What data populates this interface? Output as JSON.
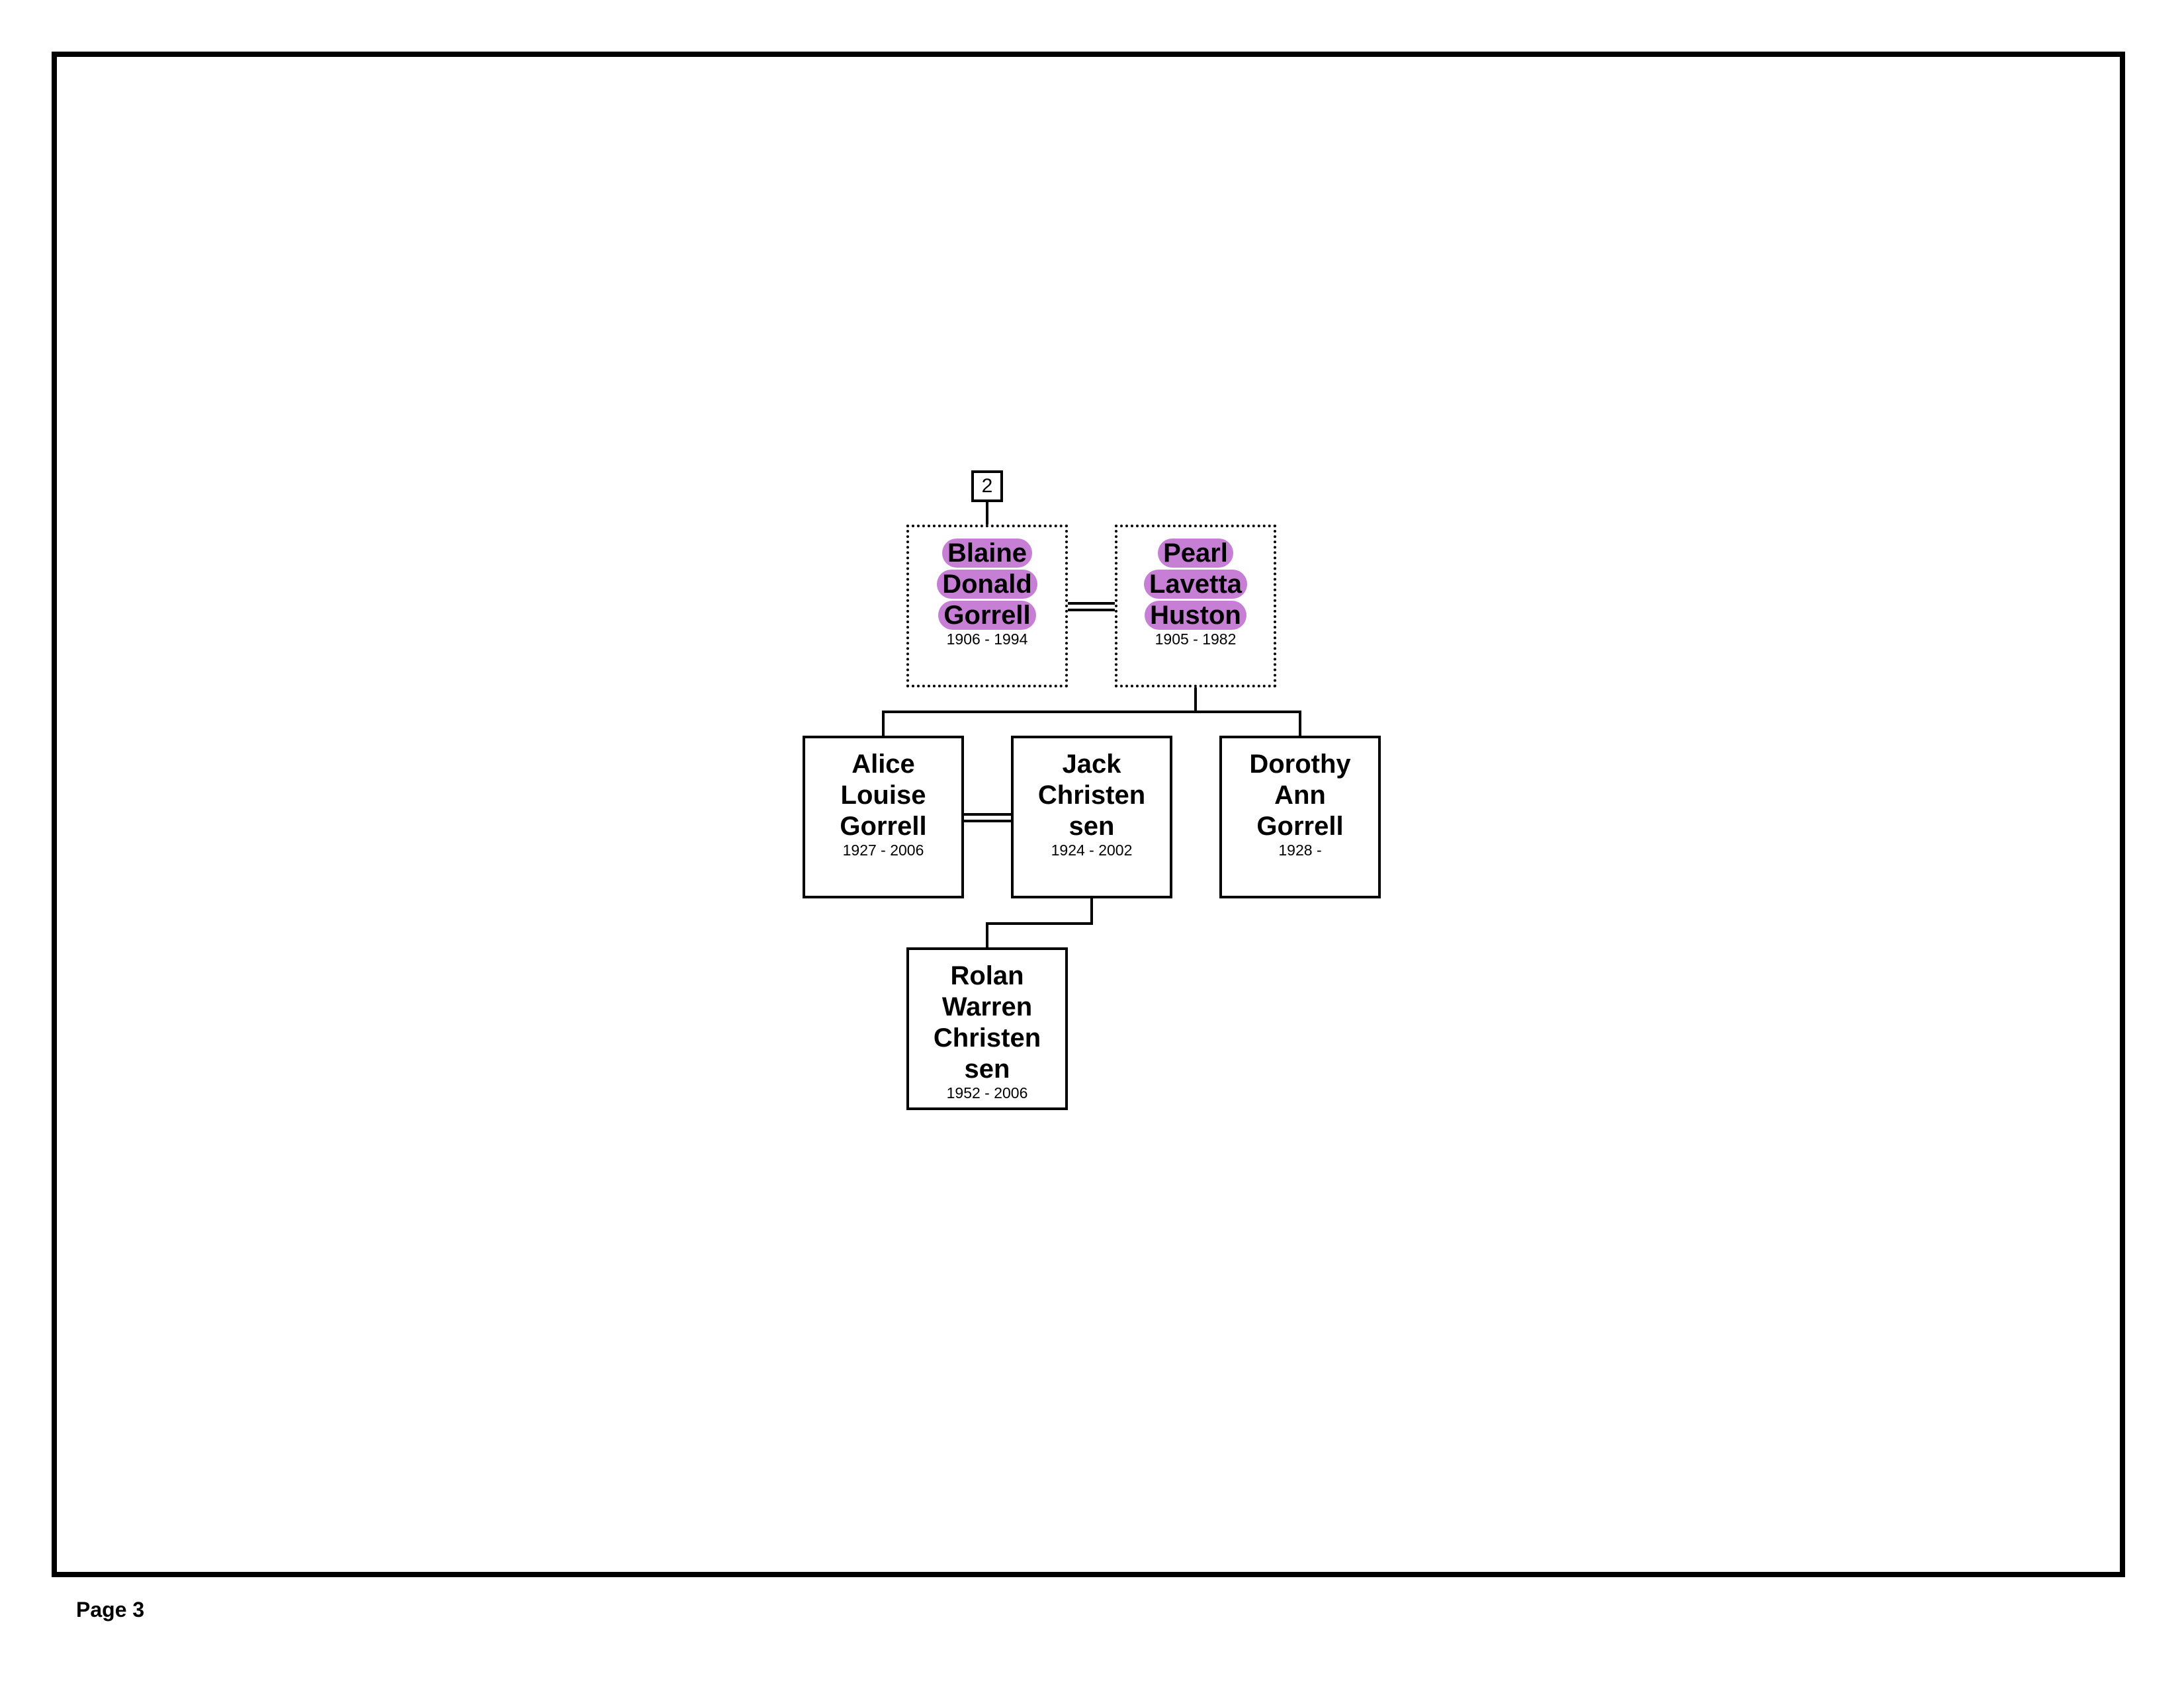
{
  "page_label": "Page 3",
  "ref_badge": "2",
  "people": {
    "blaine": {
      "name": [
        "Blaine",
        "Donald",
        "Gorrell"
      ],
      "dates": "1906 - 1994"
    },
    "pearl": {
      "name": [
        "Pearl",
        "Lavetta",
        "Huston"
      ],
      "dates": "1905 - 1982"
    },
    "alice": {
      "name": [
        "Alice",
        "Louise",
        "Gorrell"
      ],
      "dates": "1927 - 2006"
    },
    "jack": {
      "name": [
        "Jack",
        "Christen",
        "sen"
      ],
      "dates": "1924 - 2002"
    },
    "dorothy": {
      "name": [
        "Dorothy",
        "Ann",
        "Gorrell"
      ],
      "dates": "1928 -"
    },
    "rolan": {
      "name": [
        "Rolan",
        "Warren",
        "Christen",
        "sen"
      ],
      "dates": "1952 - 2006"
    }
  },
  "colors": {
    "highlight": "#c77fd6",
    "line": "#000000"
  }
}
